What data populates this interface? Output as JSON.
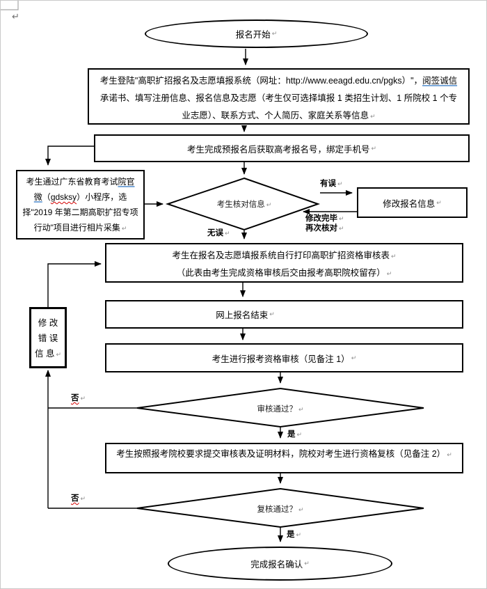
{
  "marks": {
    "return": "↵"
  },
  "flow": {
    "start": {
      "label": "报名开始"
    },
    "login": {
      "text_before": "考生登陆\"高职扩招报名及志愿填报系统（网址：http://www.eeagd.edu.cn/pgks）\"，",
      "link_text": "阅签诚信",
      "text_after": "承诺书、填写注册信息、报名信息及志愿（考生仅可选择填报 1 类招生计划、1 所院校 1 个专业志愿）、联系方式、个人简历、家庭关系等信息"
    },
    "prereg": {
      "label": "考生完成预报名后获取高考报名号，绑定手机号"
    },
    "photo": {
      "text_before": "考生通过广东省教育考试",
      "link_text": "院官微",
      "paren_open": "（",
      "wechat_id": "gdsksy",
      "paren_close": "）",
      "text_after": "小程序，选择\"2019 年第二期高职扩招专项行动\"项目进行相片采集"
    },
    "verify": {
      "label": "考生核对信息"
    },
    "modify": {
      "label": "修改报名信息"
    },
    "print": {
      "line1": "考生在报名及志愿填报系统自行打印高职扩招资格审核表",
      "line2": "（此表由考生完成资格审核后交由报考高职院校留存）"
    },
    "online_end": {
      "label": "网上报名结束"
    },
    "qualification": {
      "label": "考生进行报考资格审核（见备注 1）"
    },
    "review1": {
      "label": "审核通过？"
    },
    "submit": {
      "label": "考生按照报考院校要求提交审核表及证明材料，院校对考生进行资格复核（见备注 2）"
    },
    "review2": {
      "label": "复核通过？"
    },
    "fix_error": {
      "line1": "修 改",
      "line2": "错 误",
      "line3": "信 息"
    },
    "finish": {
      "label": "完成报名确认"
    },
    "branch_labels": {
      "wrong": "有误",
      "correct": "无误",
      "modified_done": "修改完毕",
      "recheck": "再次核对",
      "yes": "是",
      "no": "否"
    }
  },
  "colors": {
    "line": "#000000",
    "hyperlink_underline": "#79a7d9",
    "spellcheck_wavy": "#d40000",
    "paragraph_mark": "#8d8d8d",
    "margin_mark": "#a6a6a6"
  }
}
